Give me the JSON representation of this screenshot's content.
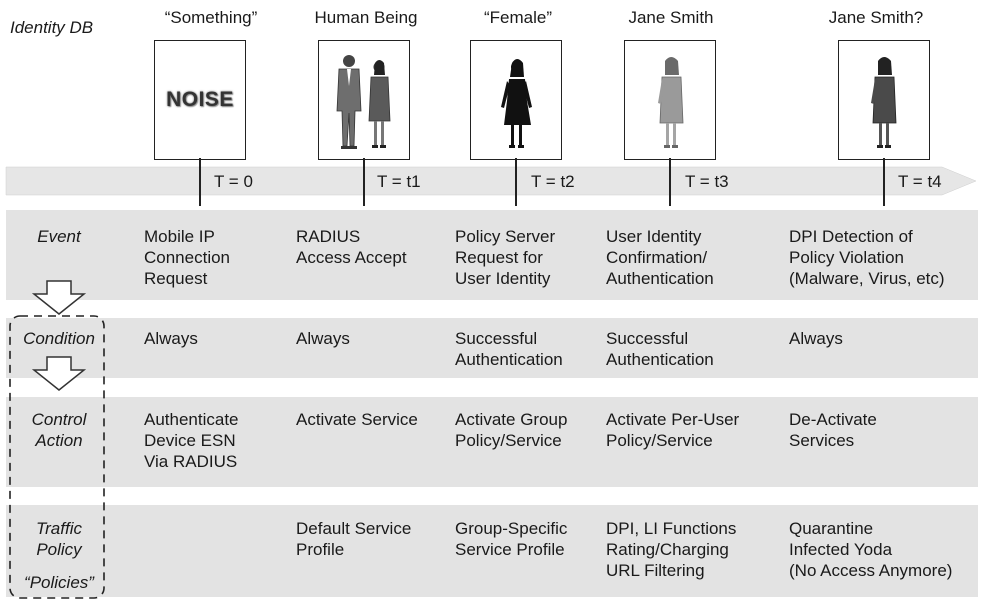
{
  "header": {
    "identity_label": "Identity DB",
    "stages": [
      {
        "title": "“Something”",
        "time": "T = 0",
        "image_text": "NOISE",
        "figure": "noise-image"
      },
      {
        "title": "Human Being",
        "time": "T = t1",
        "figure": "man-and-woman-figures"
      },
      {
        "title": "“Female”",
        "time": "T = t2",
        "figure": "female-silhouette"
      },
      {
        "title": "Jane Smith",
        "time": "T = t3",
        "figure": "woman-figure-gray"
      },
      {
        "title": "Jane Smith?",
        "time": "T = t4",
        "figure": "woman-figure-dark"
      }
    ]
  },
  "rows": [
    {
      "label": "Event",
      "cells": [
        "Mobile IP\nConnection\nRequest",
        "RADIUS\nAccess Accept",
        "Policy Server\nRequest for\nUser Identity",
        "User Identity\nConfirmation/\nAuthentication",
        "DPI Detection of\nPolicy Violation\n(Malware, Virus, etc)"
      ]
    },
    {
      "label": "Condition",
      "cells": [
        "Always",
        "Always",
        "Successful\nAuthentication",
        "Successful\nAuthentication",
        "Always"
      ]
    },
    {
      "label": "Control\nAction",
      "cells": [
        "Authenticate\nDevice ESN\nVia RADIUS",
        "Activate Service",
        "Activate Group\nPolicy/Service",
        "Activate Per-User\nPolicy/Service",
        "De-Activate\nServices"
      ]
    },
    {
      "label": "Traffic\nPolicy",
      "cells": [
        "",
        "Default Service\nProfile",
        "Group-Specific\nService Profile",
        "DPI, LI Functions\nRating/Charging\nURL Filtering",
        "Quarantine\nInfected Yoda\n(No Access Anymore)"
      ]
    }
  ],
  "policies_label": "“Policies”",
  "colors": {
    "band": "#e3e3e3",
    "timeline": "#e6e6e6",
    "ink": "#1a1a1a"
  }
}
